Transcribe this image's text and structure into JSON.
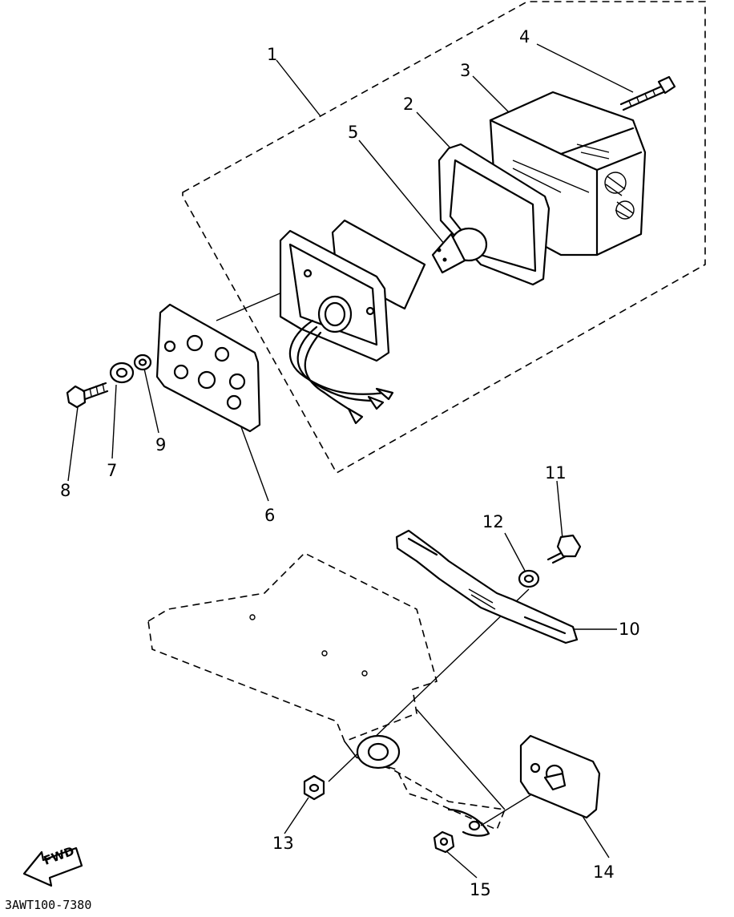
{
  "diagram": {
    "callouts": [
      {
        "id": "c1",
        "text": "1"
      },
      {
        "id": "c2",
        "text": "2"
      },
      {
        "id": "c3",
        "text": "3"
      },
      {
        "id": "c4",
        "text": "4"
      },
      {
        "id": "c5",
        "text": "5"
      },
      {
        "id": "c6",
        "text": "6"
      },
      {
        "id": "c7",
        "text": "7"
      },
      {
        "id": "c8",
        "text": "8"
      },
      {
        "id": "c9",
        "text": "9"
      },
      {
        "id": "c10",
        "text": "10"
      },
      {
        "id": "c11",
        "text": "11"
      },
      {
        "id": "c12",
        "text": "12"
      },
      {
        "id": "c13",
        "text": "13"
      },
      {
        "id": "c14",
        "text": "14"
      },
      {
        "id": "c15",
        "text": "15"
      }
    ],
    "fwd_label": "FWD",
    "drawing_code": "3AWT100-7380"
  }
}
